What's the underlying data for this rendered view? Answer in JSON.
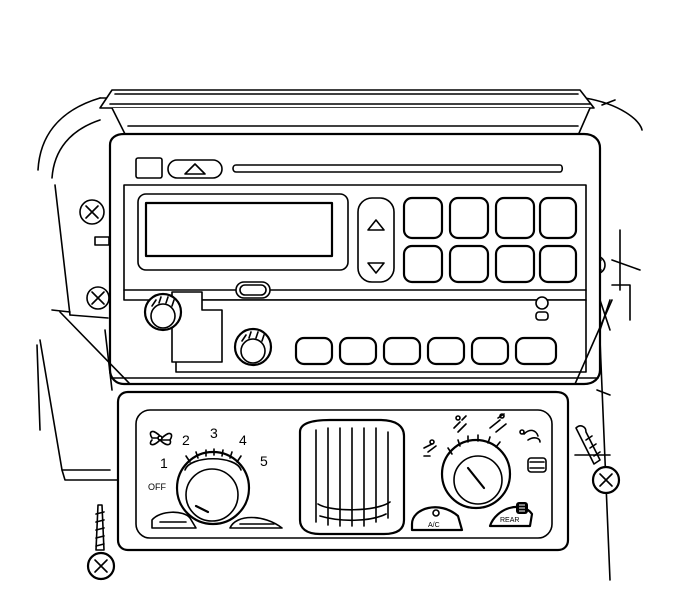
{
  "hvac_control": {
    "fan_speed_labels": [
      "OFF",
      "1",
      "2",
      "3",
      "4",
      "5"
    ],
    "ac_button_label": "A/C",
    "rear_defog_label": "REAR"
  }
}
